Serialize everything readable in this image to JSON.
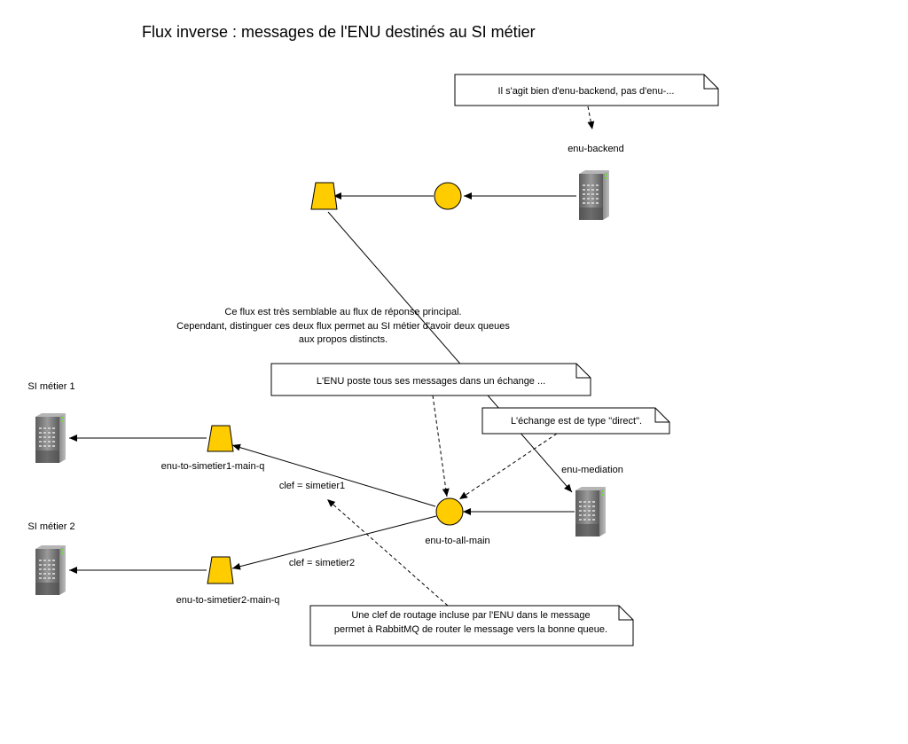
{
  "title": "Flux inverse : messages de l'ENU destinés au SI métier",
  "colors": {
    "exchange_fill": "#FFCC00",
    "exchange_stroke": "#000000",
    "queue_fill": "#FFCC00",
    "line": "#000000",
    "note_fill": "#FFFFFF",
    "server_body": "#7a7a7a"
  },
  "nodes": {
    "enu_backend": {
      "label": "enu-backend",
      "icon": "server-icon"
    },
    "enu_mediation": {
      "label": "enu-mediation",
      "icon": "server-icon"
    },
    "si_metier_1": {
      "label": "SI métier 1",
      "icon": "server-icon"
    },
    "si_metier_2": {
      "label": "SI métier 2",
      "icon": "server-icon"
    },
    "backend_exchange": {
      "label": "",
      "icon": "exchange-icon"
    },
    "backend_queue": {
      "label": "",
      "icon": "queue-icon"
    },
    "enu_to_all_main": {
      "label": "enu-to-all-main",
      "icon": "exchange-icon"
    },
    "queue_simetier1": {
      "label": "enu-to-simetier1-main-q",
      "icon": "queue-icon"
    },
    "queue_simetier2": {
      "label": "enu-to-simetier2-main-q",
      "icon": "queue-icon"
    }
  },
  "edge_labels": {
    "key_simetier1": "clef = simetier1",
    "key_simetier2": "clef = simetier2"
  },
  "notes": {
    "backend_note": "Il s'agit bien d'enu-backend, pas d'enu-...",
    "post_note": "L'ENU poste tous ses messages dans un échange ...",
    "direct_note": "L'échange est de type \"direct\".",
    "routing_note": [
      "Une clef de routage incluse par l'ENU dans le message",
      "permet à RabbitMQ de router le message vers la bonne queue."
    ]
  },
  "comment_text": [
    "Ce flux est très semblable au flux de réponse principal.",
    "Cependant, distinguer ces deux flux permet au SI métier d'avoir deux queues",
    "aux propos distincts."
  ]
}
